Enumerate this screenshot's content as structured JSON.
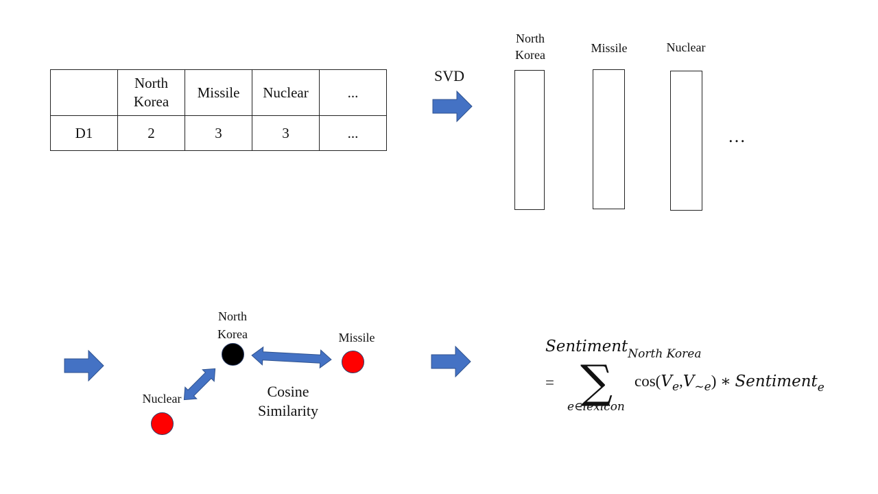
{
  "table": {
    "header": [
      "",
      "North Korea",
      "Missile",
      "Nuclear",
      "..."
    ],
    "rows": [
      [
        "D1",
        "2",
        "3",
        "3",
        "..."
      ]
    ]
  },
  "svd": {
    "arrow_label": "SVD",
    "vectors": [
      {
        "label": "North Korea"
      },
      {
        "label": "Missile"
      },
      {
        "label": "Nuclear"
      }
    ],
    "ellipsis": "…"
  },
  "similarity": {
    "nodes": {
      "north_korea": {
        "label": "North Korea",
        "color": "#000000"
      },
      "missile": {
        "label": "Missile",
        "color": "#ff0000"
      },
      "nuclear": {
        "label": "Nuclear",
        "color": "#ff0000"
      }
    },
    "caption": "Cosine Similarity"
  },
  "formula": {
    "lhs": "Sentiment",
    "lhs_sub": "North Korea",
    "equals": "=",
    "sum_symbol": "∑",
    "sum_sub": "e∈lexicon",
    "cos": "cos(",
    "v1": "V",
    "v1_sub": "e",
    "comma": ",",
    "v2": "V",
    "v2_sub": "~e",
    "close": ")",
    "times": "∗",
    "rhs": "Sentiment",
    "rhs_sub": "e"
  },
  "colors": {
    "arrow": "#4472c4",
    "arrow_stroke": "#2f528f"
  }
}
